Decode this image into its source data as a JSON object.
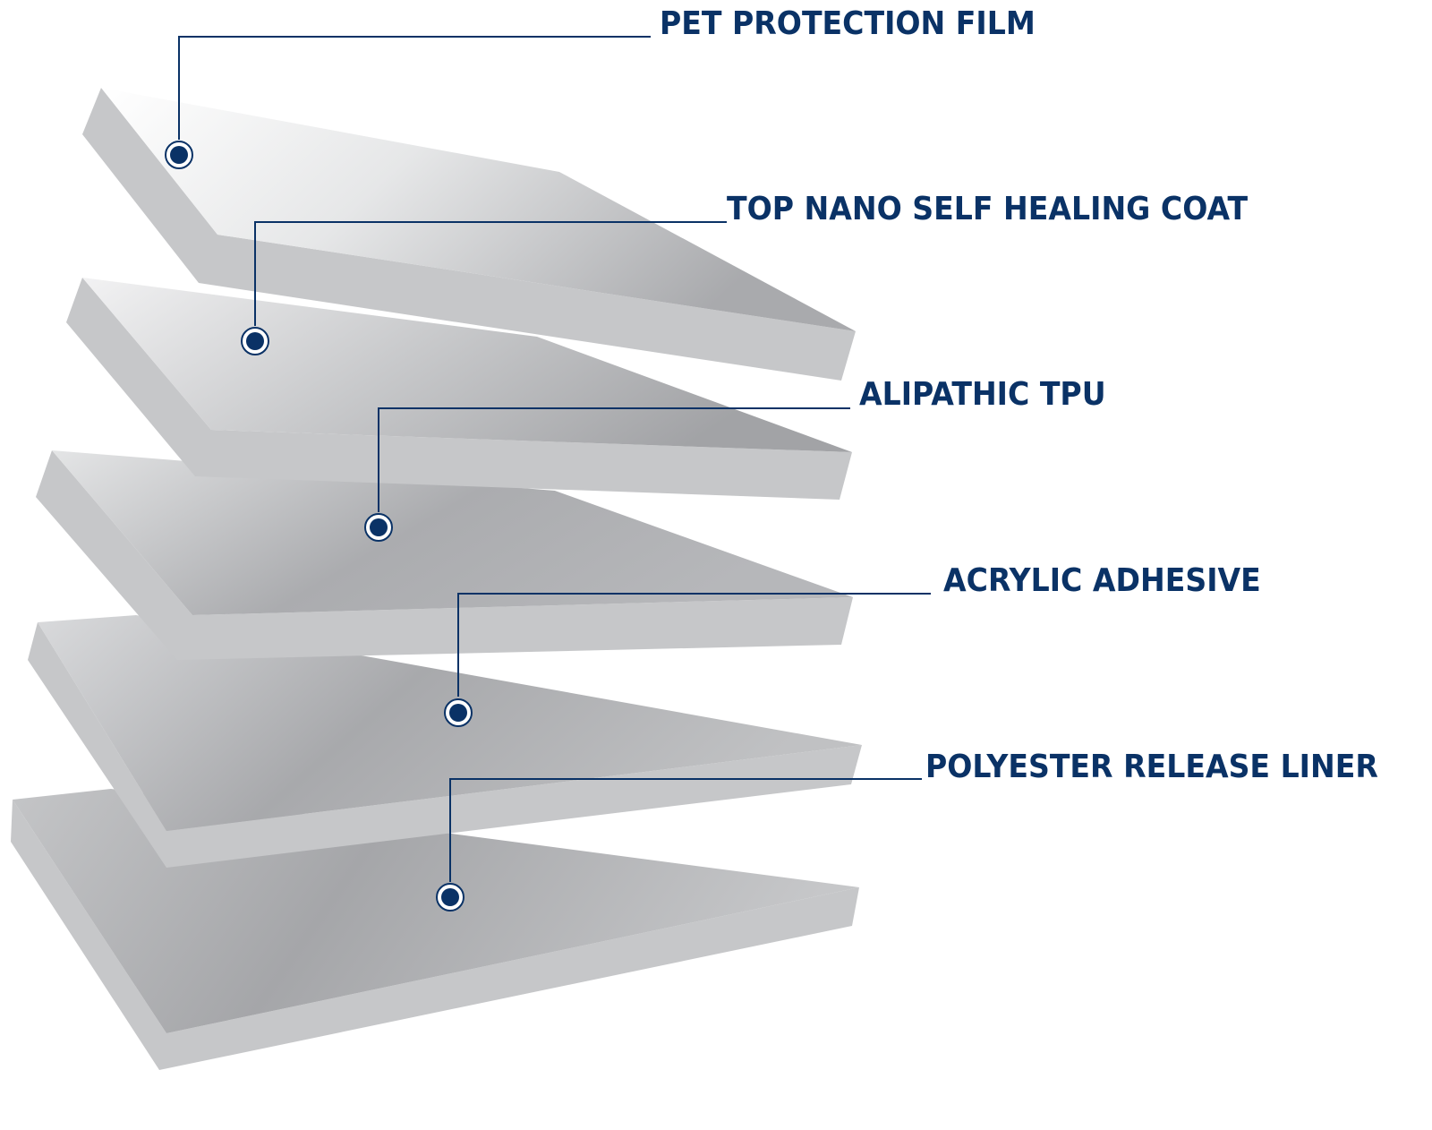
{
  "colors": {
    "label": "#0a3266",
    "leader_line": "#0a3266",
    "marker_fill": "#0a3266",
    "marker_ring": "#0a3266",
    "layer_side": "#c6c7c9",
    "layer_top_light": "#f7f7f8",
    "layer_top_dark": "#a3a4a7",
    "background": "#ffffff"
  },
  "layers": [
    {
      "label": "PET PROTECTION FILM"
    },
    {
      "label": "TOP NANO SELF HEALING COAT"
    },
    {
      "label": "ALIPATHIC TPU"
    },
    {
      "label": "ACRYLIC ADHESIVE"
    },
    {
      "label": "POLYESTER RELEASE LINER"
    }
  ],
  "markers": {
    "icon": "dot-marker-icon",
    "count": 5
  }
}
